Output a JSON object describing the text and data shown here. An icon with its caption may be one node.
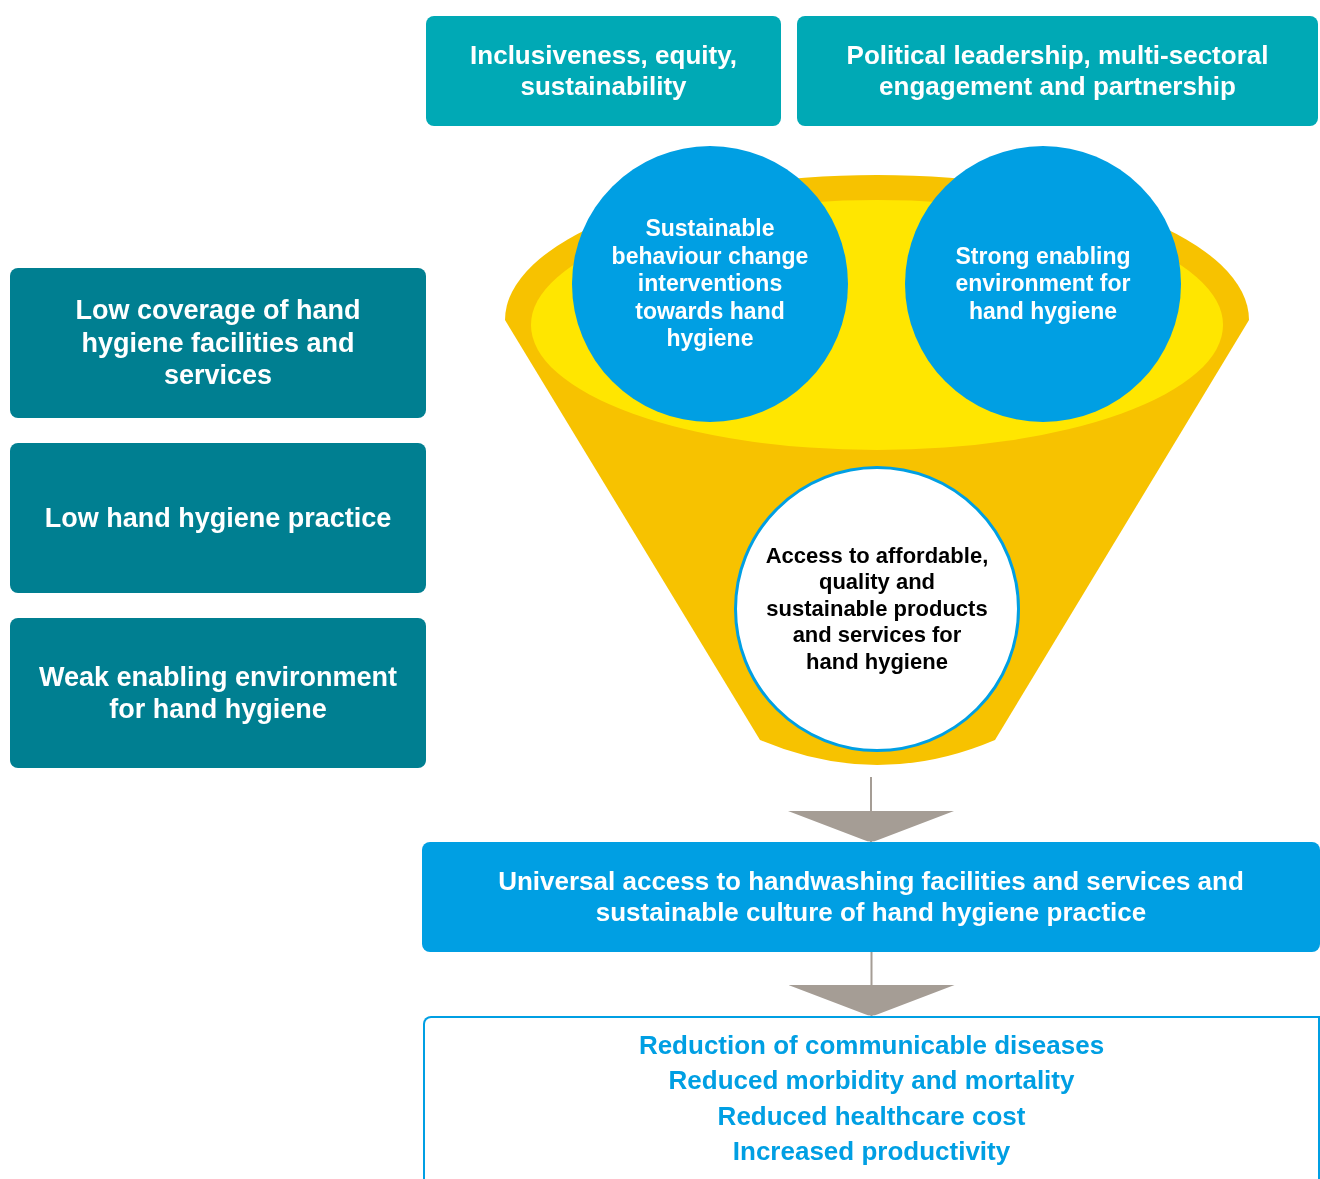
{
  "diagram": {
    "nodes": [
      {
        "text": [
          "Inclusiveness, equity, sustainability"
        ]
      },
      {
        "text": [
          "Political leadership, multi-sectoral engagement and partnership"
        ]
      },
      {
        "text": [
          "Low coverage of hand hygiene facilities and services"
        ]
      },
      {
        "text": [
          "Low hand hygiene practice"
        ]
      },
      {
        "text": [
          "Weak enabling environment for hand hygiene"
        ]
      },
      {
        "text": [],
        "shape": "funnel"
      },
      {
        "text": [
          "Sustainable behaviour change interventions towards hand hygiene"
        ],
        "in": 5
      },
      {
        "text": [
          "Strong enabling environment for hand hygiene"
        ],
        "in": 5
      },
      {
        "text": [
          "Access to affordable, quality and sustainable products and services for hand hygiene"
        ],
        "in": 5
      },
      {
        "text": [
          "Universal access to handwashing facilities and services and sustainable culture of hand hygiene practice"
        ]
      },
      {
        "text": [
          "Reduction of communicable diseases",
          "Reduced morbidity and mortality",
          "Reduced healthcare cost",
          "Increased productivity"
        ]
      }
    ],
    "edges": [
      {
        "from": 5,
        "to": 9,
        "arrow": "to"
      },
      {
        "from": 9,
        "to": 10,
        "arrow": "to"
      }
    ]
  }
}
